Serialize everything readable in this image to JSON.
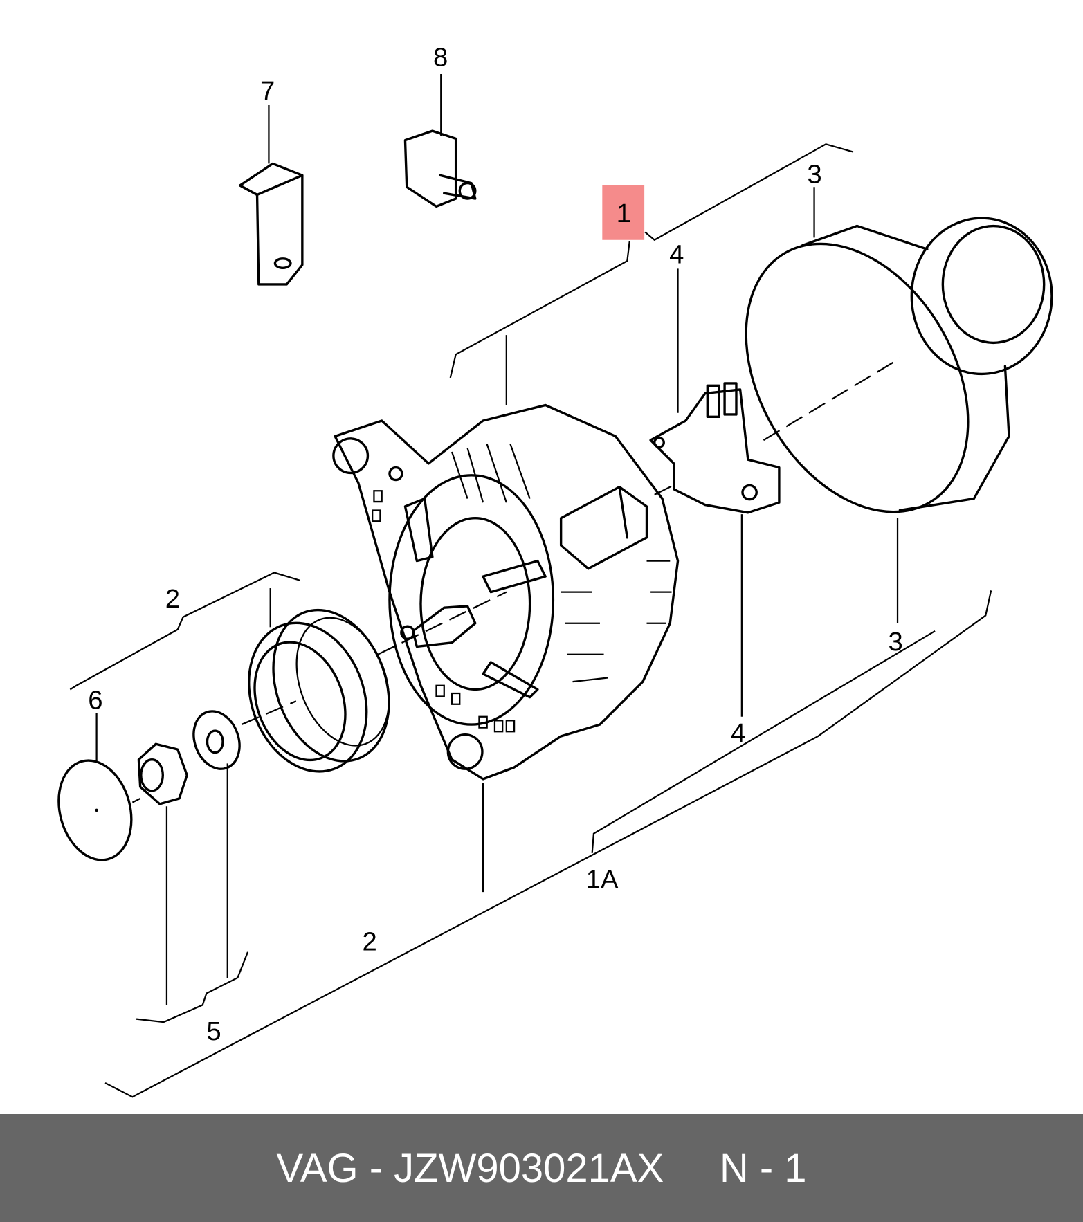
{
  "callouts": {
    "c7": "7",
    "c8": "8",
    "c1": "1",
    "c3_top": "3",
    "c4_top": "4",
    "c3_bottom": "3",
    "c4_bottom": "4",
    "c2_left": "2",
    "c6": "6",
    "c1A": "1A",
    "c2_bottom": "2",
    "c5": "5"
  },
  "highlight_color": "#f58b8b",
  "footer": {
    "brand": "VAG",
    "part_number": "JZW903021AX",
    "position": "N - 1",
    "text": "VAG - JZW903021AX     N - 1"
  }
}
